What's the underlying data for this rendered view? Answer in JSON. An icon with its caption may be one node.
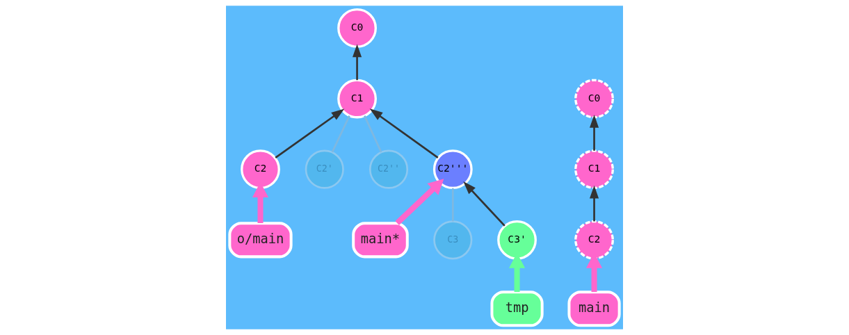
{
  "diagram": {
    "nodes": [
      {
        "text": [
          "C0"
        ]
      },
      {
        "text": [
          "C1"
        ]
      },
      {
        "text": [
          "C2"
        ]
      },
      {
        "text": [
          "o/main"
        ]
      },
      {
        "text": [
          "C2'"
        ]
      },
      {
        "text": [
          "C2''"
        ]
      },
      {
        "text": [
          "C2'''"
        ]
      },
      {
        "text": [
          "main*"
        ]
      },
      {
        "text": [
          "C3"
        ]
      },
      {
        "text": [
          "C3'"
        ]
      },
      {
        "text": [
          "tmp"
        ]
      },
      {
        "text": [
          "C0"
        ]
      },
      {
        "text": [
          "C1"
        ]
      },
      {
        "text": [
          "C2"
        ]
      },
      {
        "text": [
          "main"
        ]
      }
    ],
    "edges": [
      {
        "from": 1,
        "to": 0,
        "arrow": "to"
      },
      {
        "from": 2,
        "to": 1,
        "arrow": "to"
      },
      {
        "from": 4,
        "to": 1,
        "arrow": "none",
        "color": "#7fb8e0"
      },
      {
        "from": 5,
        "to": 1,
        "arrow": "none",
        "color": "#7fb8e0"
      },
      {
        "from": 6,
        "to": 1,
        "arrow": "to"
      },
      {
        "from": 8,
        "to": 6,
        "arrow": "none",
        "color": "#7fb8e0"
      },
      {
        "from": 9,
        "to": 6,
        "arrow": "to"
      },
      {
        "from": 3,
        "to": 2,
        "arrow": "to",
        "style": "thick",
        "color": "#ff66cc"
      },
      {
        "from": 7,
        "to": 6,
        "arrow": "to",
        "style": "thick",
        "color": "#ff66cc"
      },
      {
        "from": 10,
        "to": 9,
        "arrow": "to",
        "style": "thick",
        "color": "#66ff99"
      },
      {
        "from": 12,
        "to": 11,
        "arrow": "to"
      },
      {
        "from": 13,
        "to": 12,
        "arrow": "to"
      },
      {
        "from": 14,
        "to": 13,
        "arrow": "to",
        "style": "thick",
        "color": "#ff66cc"
      }
    ]
  }
}
